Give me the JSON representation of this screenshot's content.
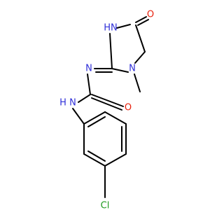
{
  "molecule": {
    "colors": {
      "bond": "#000000",
      "nitrogen": "#2f2fd8",
      "oxygen": "#e8200c",
      "chlorine": "#1f9a1f",
      "carbon": "#000000"
    },
    "labels": {
      "nh_ring": "HN",
      "n_imine": "N",
      "n_methyl": "N",
      "n_amide": "N",
      "h_amide": "H",
      "o_ring": "O",
      "o_urea": "O",
      "cl": "Cl"
    }
  }
}
